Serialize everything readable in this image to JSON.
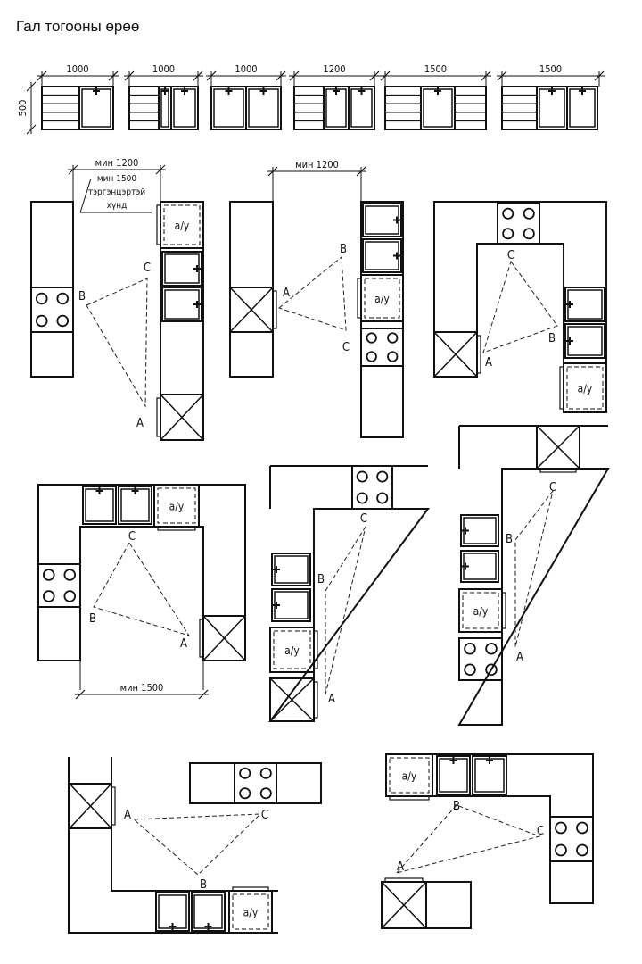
{
  "title": "Гал тогооны өрөө",
  "module_widths": [
    "1000",
    "1000",
    "1000",
    "1200",
    "1500",
    "1500"
  ],
  "module_depth": "500",
  "labels": {
    "a": "A",
    "b": "B",
    "c": "C"
  },
  "fridge_label": "а/у",
  "dims": {
    "min_1200": "мин 1200",
    "min_1500": "мин 1500",
    "wheelchair_note": [
      "мин 1500",
      "тэргэнцэртэй",
      "хүнд"
    ]
  }
}
